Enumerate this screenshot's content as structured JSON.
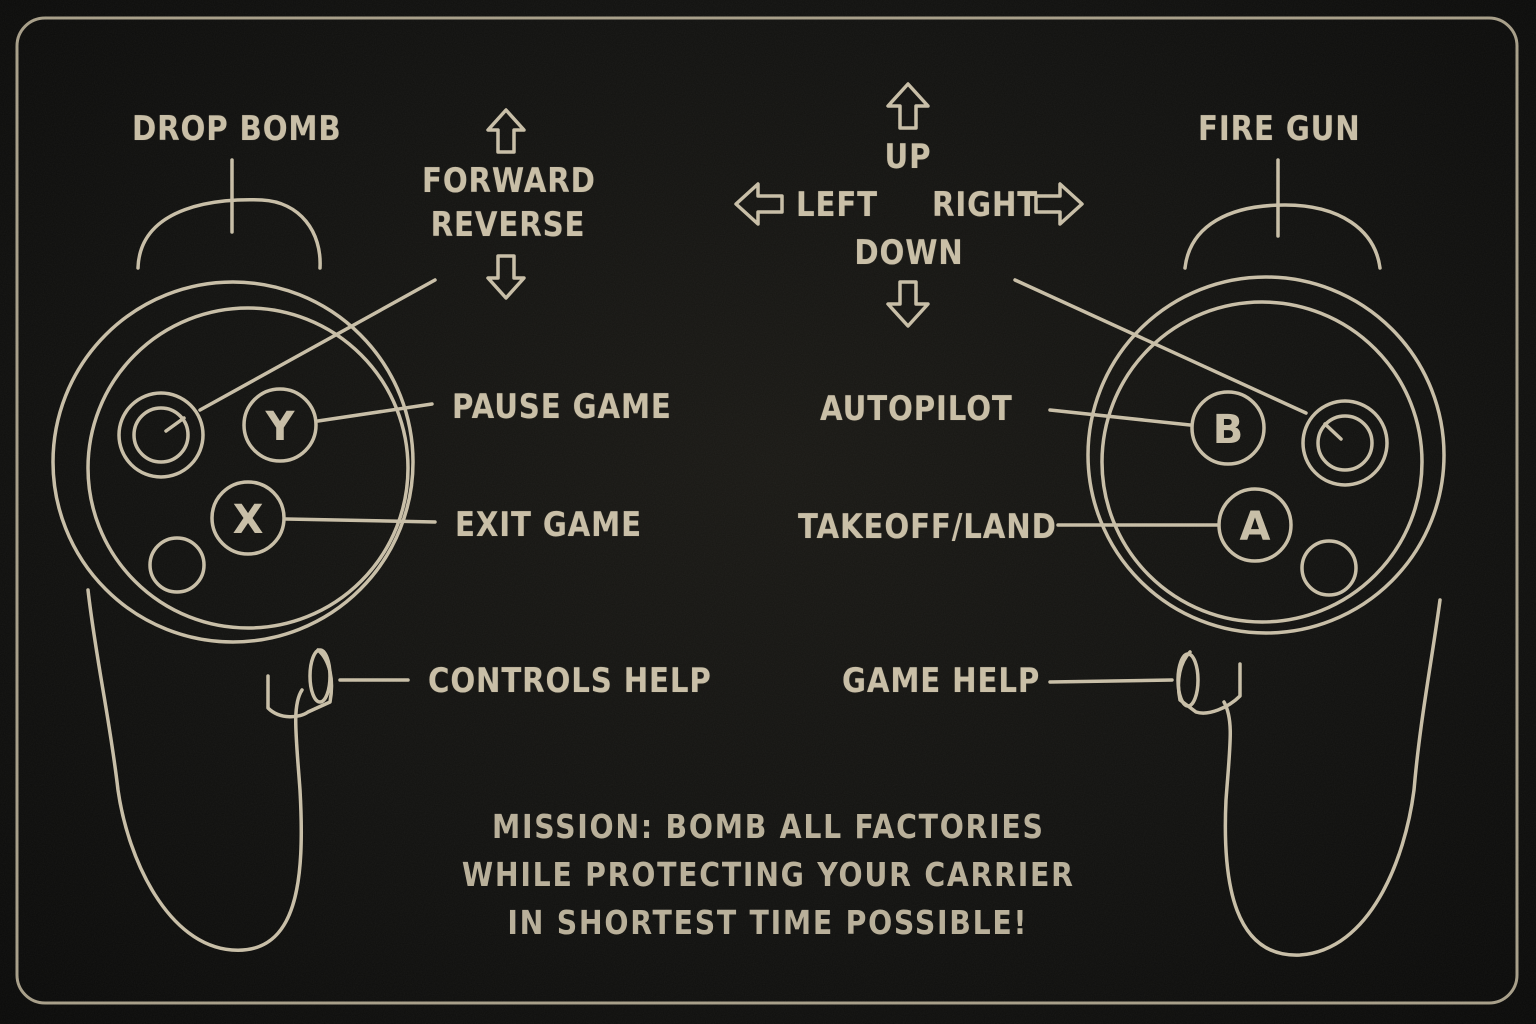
{
  "colors": {
    "background": "#121210",
    "line": "#c9bfa7",
    "text": "#c9bfa7"
  },
  "left_controller": {
    "trigger_label": "DROP BOMB",
    "stick_labels": {
      "forward": "FORWARD",
      "reverse": "REVERSE"
    },
    "buttons": {
      "y": {
        "letter": "Y",
        "label": "PAUSE GAME"
      },
      "x": {
        "letter": "X",
        "label": "EXIT GAME"
      }
    },
    "side_button_label": "CONTROLS HELP"
  },
  "right_controller": {
    "trigger_label": "FIRE GUN",
    "stick_labels": {
      "up": "UP",
      "down": "DOWN",
      "left": "LEFT",
      "right": "RIGHT"
    },
    "buttons": {
      "b": {
        "letter": "B",
        "label": "AUTOPILOT"
      },
      "a": {
        "letter": "A",
        "label": "TAKEOFF/LAND"
      }
    },
    "side_button_label": "GAME HELP"
  },
  "mission": {
    "line1": "MISSION: BOMB ALL FACTORIES",
    "line2": "WHILE PROTECTING YOUR CARRIER",
    "line3": "IN SHORTEST TIME POSSIBLE!"
  }
}
